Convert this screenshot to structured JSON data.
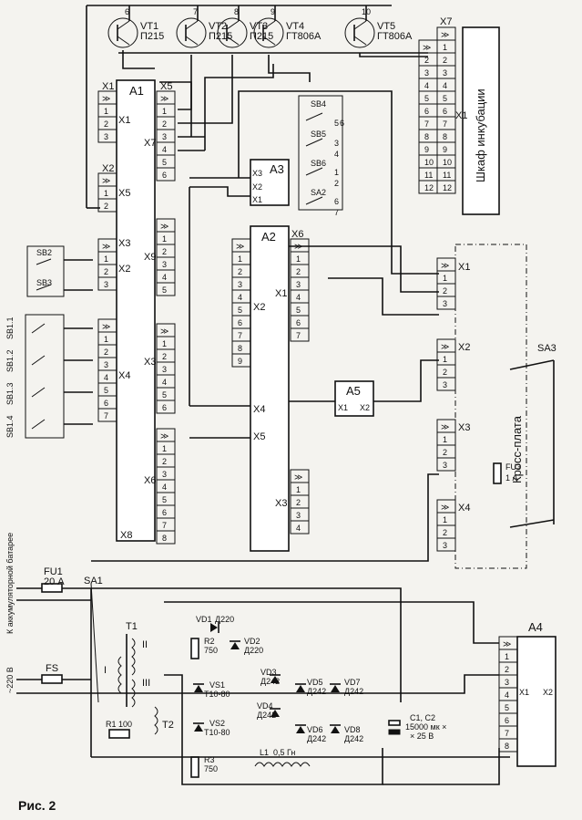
{
  "figure_caption": "Рис. 2",
  "transistors": [
    {
      "ref": "VT1",
      "type": "П215",
      "pin": "6"
    },
    {
      "ref": "VT2",
      "type": "П215",
      "pin": "7"
    },
    {
      "ref": "VT3",
      "type": "П215",
      "pin": "8"
    },
    {
      "ref": "VT4",
      "type": "ГТ806А",
      "pin": "9"
    },
    {
      "ref": "VT5",
      "type": "ГТ806А",
      "pin": "10"
    }
  ],
  "blocks": {
    "a1": {
      "ref": "A1",
      "connectors": [
        "X1",
        "X5",
        "X7",
        "X2",
        "X3",
        "X9",
        "X4",
        "X6",
        "X8"
      ]
    },
    "a2": {
      "ref": "A2",
      "connectors": [
        "X2",
        "X6",
        "X1",
        "X4",
        "X5",
        "X3"
      ]
    },
    "a3": {
      "ref": "A3",
      "pins": [
        "X3",
        "X2",
        "X1"
      ]
    },
    "a4": {
      "ref": "A4",
      "pins": [
        "X1",
        "X2"
      ]
    },
    "a5": {
      "ref": "A5",
      "pins": [
        "X1",
        "X2"
      ]
    }
  },
  "cabinet": {
    "label": "Шкаф инкубации",
    "connectors": [
      "X7",
      "X1"
    ]
  },
  "cross_board": {
    "label": "Кросс-плата",
    "connectors": [
      "X1",
      "X2",
      "X3",
      "X4"
    ]
  },
  "switches": [
    "SB4",
    "SB5",
    "SB6",
    "SA2",
    "SB2",
    "SB3",
    "SB1.1",
    "SB1.2",
    "SB1.3",
    "SB1.4",
    "SA3",
    "SA1"
  ],
  "switch_pins": {
    "sb4": "5",
    "sb4b": "6",
    "sb5a": "3",
    "sb5b": "4",
    "sb6a": "1",
    "sb6b": "2",
    "sa2a": "6",
    "sa2b": "7"
  },
  "power": {
    "battery_label": "К аккумуляторной батарее",
    "mains_label": "~220 В",
    "fuse1": {
      "ref": "FU1",
      "value": "20 А"
    },
    "fs": "FS",
    "fuse3": {
      "ref": "FU3",
      "value": "1 А"
    }
  },
  "transformers": {
    "t1": "T1",
    "t2": "T2",
    "winding_I": "I",
    "winding_II": "II",
    "winding_III": "III"
  },
  "components": {
    "vd1": {
      "ref": "VD1",
      "type": "Д220"
    },
    "vd2": {
      "ref": "VD2",
      "type": "Д220"
    },
    "r2": {
      "ref": "R2",
      "value": "750"
    },
    "r3": {
      "ref": "R3",
      "value": "750"
    },
    "r1": {
      "ref": "R1",
      "value": "100"
    },
    "vs1": {
      "ref": "VS1",
      "type": "Т10-80"
    },
    "vs2": {
      "ref": "VS2",
      "type": "Т10-80"
    },
    "vd3": {
      "ref": "VD3",
      "type": "Д242"
    },
    "vd4": {
      "ref": "VD4",
      "type": "Д242"
    },
    "vd5": {
      "ref": "VD5",
      "type": "Д242"
    },
    "vd6": {
      "ref": "VD6",
      "type": "Д242"
    },
    "vd7": {
      "ref": "VD7",
      "type": "Д242"
    },
    "vd8": {
      "ref": "VD8",
      "type": "Д242"
    },
    "l1": {
      "ref": "L1",
      "value": "0,5 Гн"
    },
    "c": {
      "ref": "C1, C2",
      "value": "15000 мк ×",
      "value2": "× 25 В"
    }
  }
}
